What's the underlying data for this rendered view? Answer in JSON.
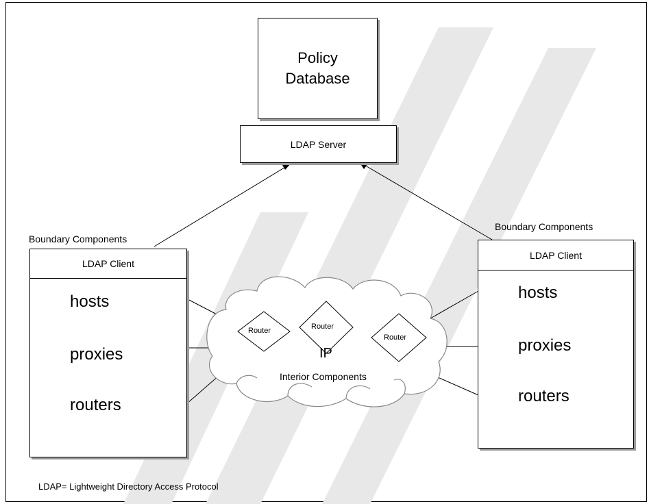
{
  "policy_db": {
    "line1": "Policy",
    "line2": "Database"
  },
  "ldap_server": {
    "label": "LDAP Server"
  },
  "left_group": {
    "caption": "Boundary Components",
    "client_label": "LDAP Client",
    "items": [
      "hosts",
      "proxies",
      "routers"
    ]
  },
  "right_group": {
    "caption": "Boundary Components",
    "client_label": "LDAP Client",
    "items": [
      "hosts",
      "proxies",
      "routers"
    ]
  },
  "network": {
    "label": "IP",
    "sublabel": "Interior Components",
    "routers": [
      "Router",
      "Router",
      "Router"
    ]
  },
  "footnote": "LDAP= Lightweight Directory Access Protocol",
  "watermark_color": "#e8e8e8"
}
